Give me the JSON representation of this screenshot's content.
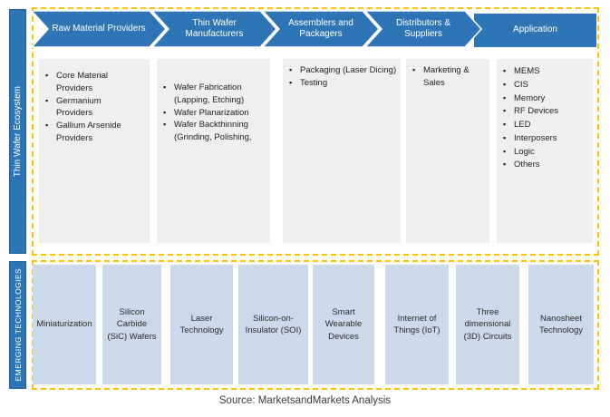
{
  "title": "Thin Wafer Ecosystem",
  "colors": {
    "accent_blue": "#2E75B6",
    "stage_panel_gray": "#EFEFEF",
    "tech_panel_blue": "#CBD9EA",
    "dashed_border_gold": "#FFC000",
    "label_text_white": "#FFFFFF",
    "body_text_dark": "#1F1F1F"
  },
  "ecosystem": {
    "side_label": "Thin Wafer Ecosystem",
    "stages": [
      {
        "label": "Raw Material Providers",
        "items": [
          "Core Material Providers",
          "Germanium Providers",
          "Gallium Arsenide Providers"
        ]
      },
      {
        "label": "Thin Wafer Manufacturers",
        "items": [
          "Wafer Fabrication (Lapping, Etching)",
          "Wafer Planarization",
          "Wafer Backthinning (Grinding, Polishing,"
        ]
      },
      {
        "label": "Assemblers and Packagers",
        "items": [
          "Packaging (Laser Dicing)",
          "Testing"
        ]
      },
      {
        "label": "Distributors & Suppliers",
        "items": [
          "Marketing & Sales"
        ]
      },
      {
        "label": "Application",
        "items": [
          "MEMS",
          "CIS",
          "Memory",
          "RF Devices",
          "LED",
          "Interposers",
          "Logic",
          "Others"
        ]
      }
    ]
  },
  "emerging": {
    "side_label": "EMERGING TECHNOLOGIES",
    "technologies": [
      "Miniaturization",
      "Silicon Carbide (SiC) Wafers",
      "Laser Technology",
      "Silicon-on-Insulator (SOI)",
      "Smart Wearable Devices",
      "Internet of Things (IoT)",
      "Three dimensional (3D) Circuits",
      "Nanosheet Technology"
    ]
  },
  "footer": {
    "source": "Source: MarketsandMarkets Analysis"
  }
}
